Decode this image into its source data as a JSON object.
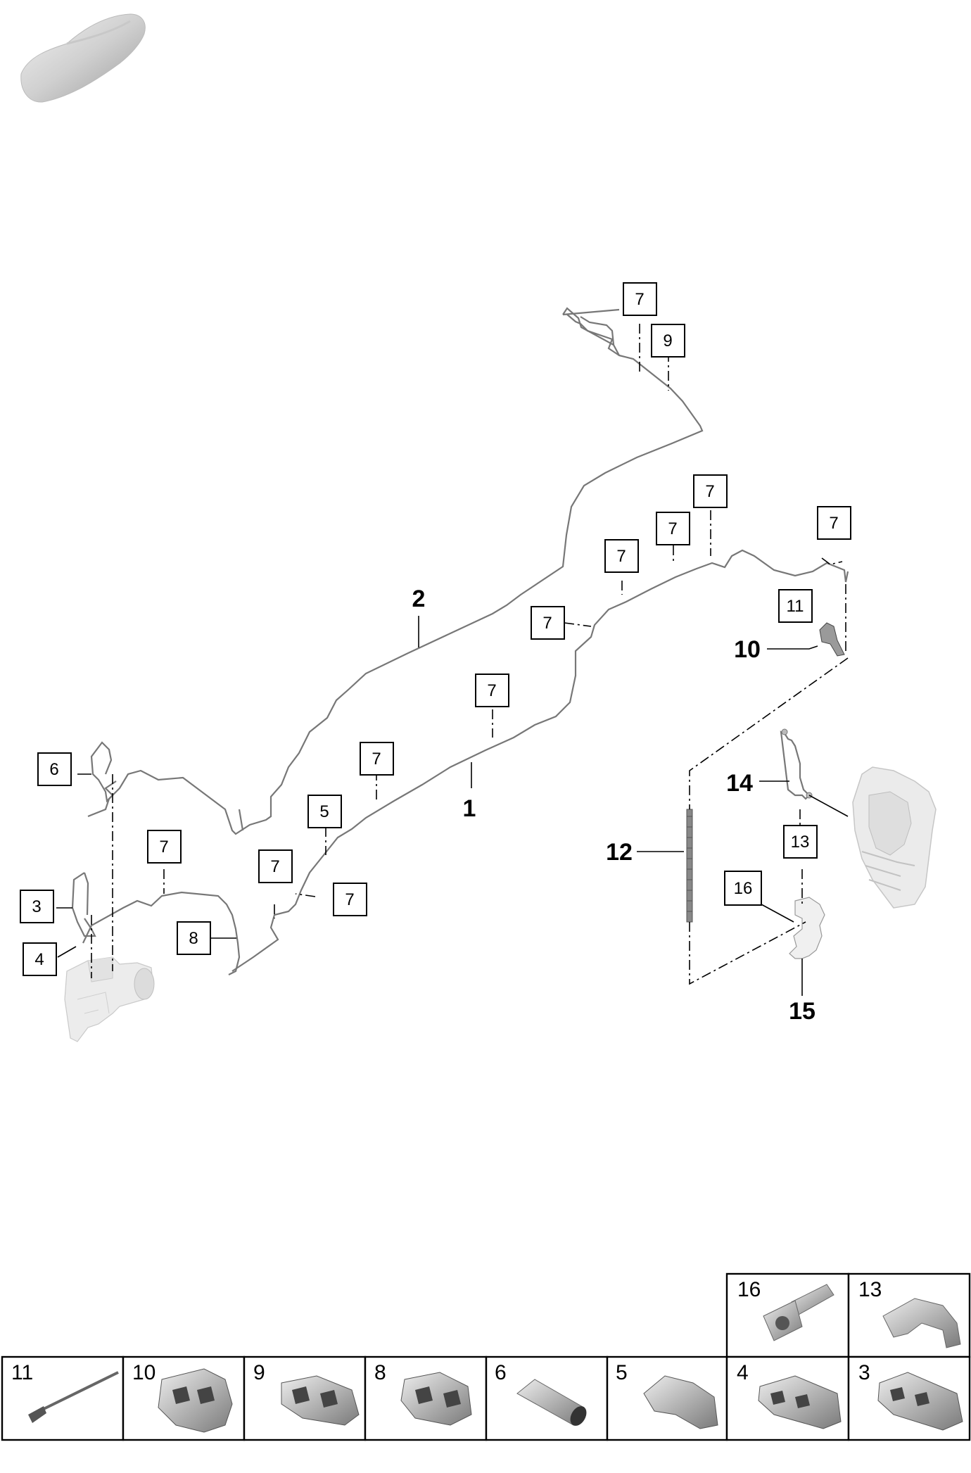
{
  "callouts": {
    "c1": "1",
    "c2": "2",
    "c3": "3",
    "c4": "4",
    "c5": "5",
    "c6": "6",
    "c7": "7",
    "c8": "8",
    "c9": "9",
    "c10": "10",
    "c11": "11",
    "c12": "12",
    "c13": "13",
    "c14": "14",
    "c15": "15",
    "c16": "16"
  },
  "parts_table": {
    "top_row": [
      "16",
      "13"
    ],
    "bottom_row": [
      "11",
      "10",
      "9",
      "8",
      "6",
      "5",
      "4",
      "3"
    ]
  },
  "colors": {
    "line": "#777777",
    "part_fill": "#d9d9d9",
    "part_dark": "#8a8a8a"
  },
  "icons": [
    "car-silhouette-icon",
    "abs-unit-icon",
    "brake-caliper-icon",
    "bracket-icon"
  ]
}
